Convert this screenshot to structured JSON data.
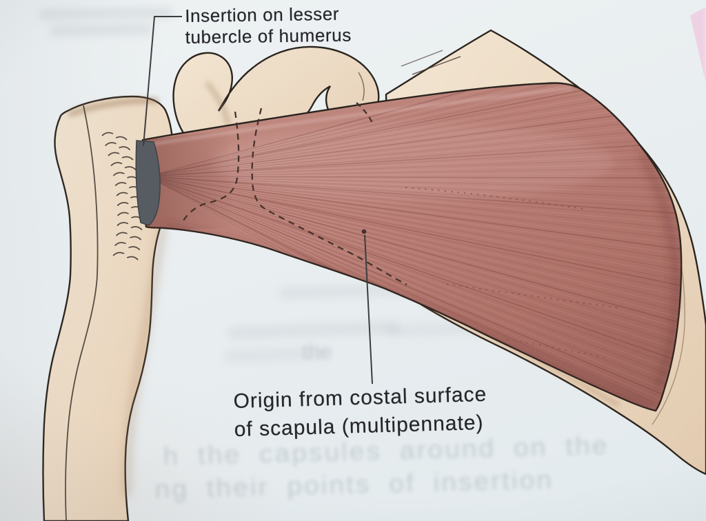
{
  "page": {
    "kind": "photographed textbook figure",
    "background_color": "#e9eef0",
    "corner_accent_color": "#efcfe2"
  },
  "figure": {
    "subject": "subscapularis-muscle-on-scapula-and-humerus",
    "labels": {
      "insertion": {
        "line1": "Insertion on lesser",
        "line2": "tubercle of humerus"
      },
      "origin": {
        "line1": "Origin from costal surface",
        "line2": "of scapula (multipennate)"
      }
    },
    "colors": {
      "muscle": "#b97e76",
      "bone": "#ecdac5",
      "outline": "#2b241e",
      "tendon_patch": "#575c62",
      "leader_line": "#3c3c3c",
      "label_text": "#26262a"
    }
  },
  "bleed_through": {
    "middle_fragment": "the",
    "bottom_line1": "h the capsules around on the",
    "bottom_line2": "ng their points of insertion"
  }
}
